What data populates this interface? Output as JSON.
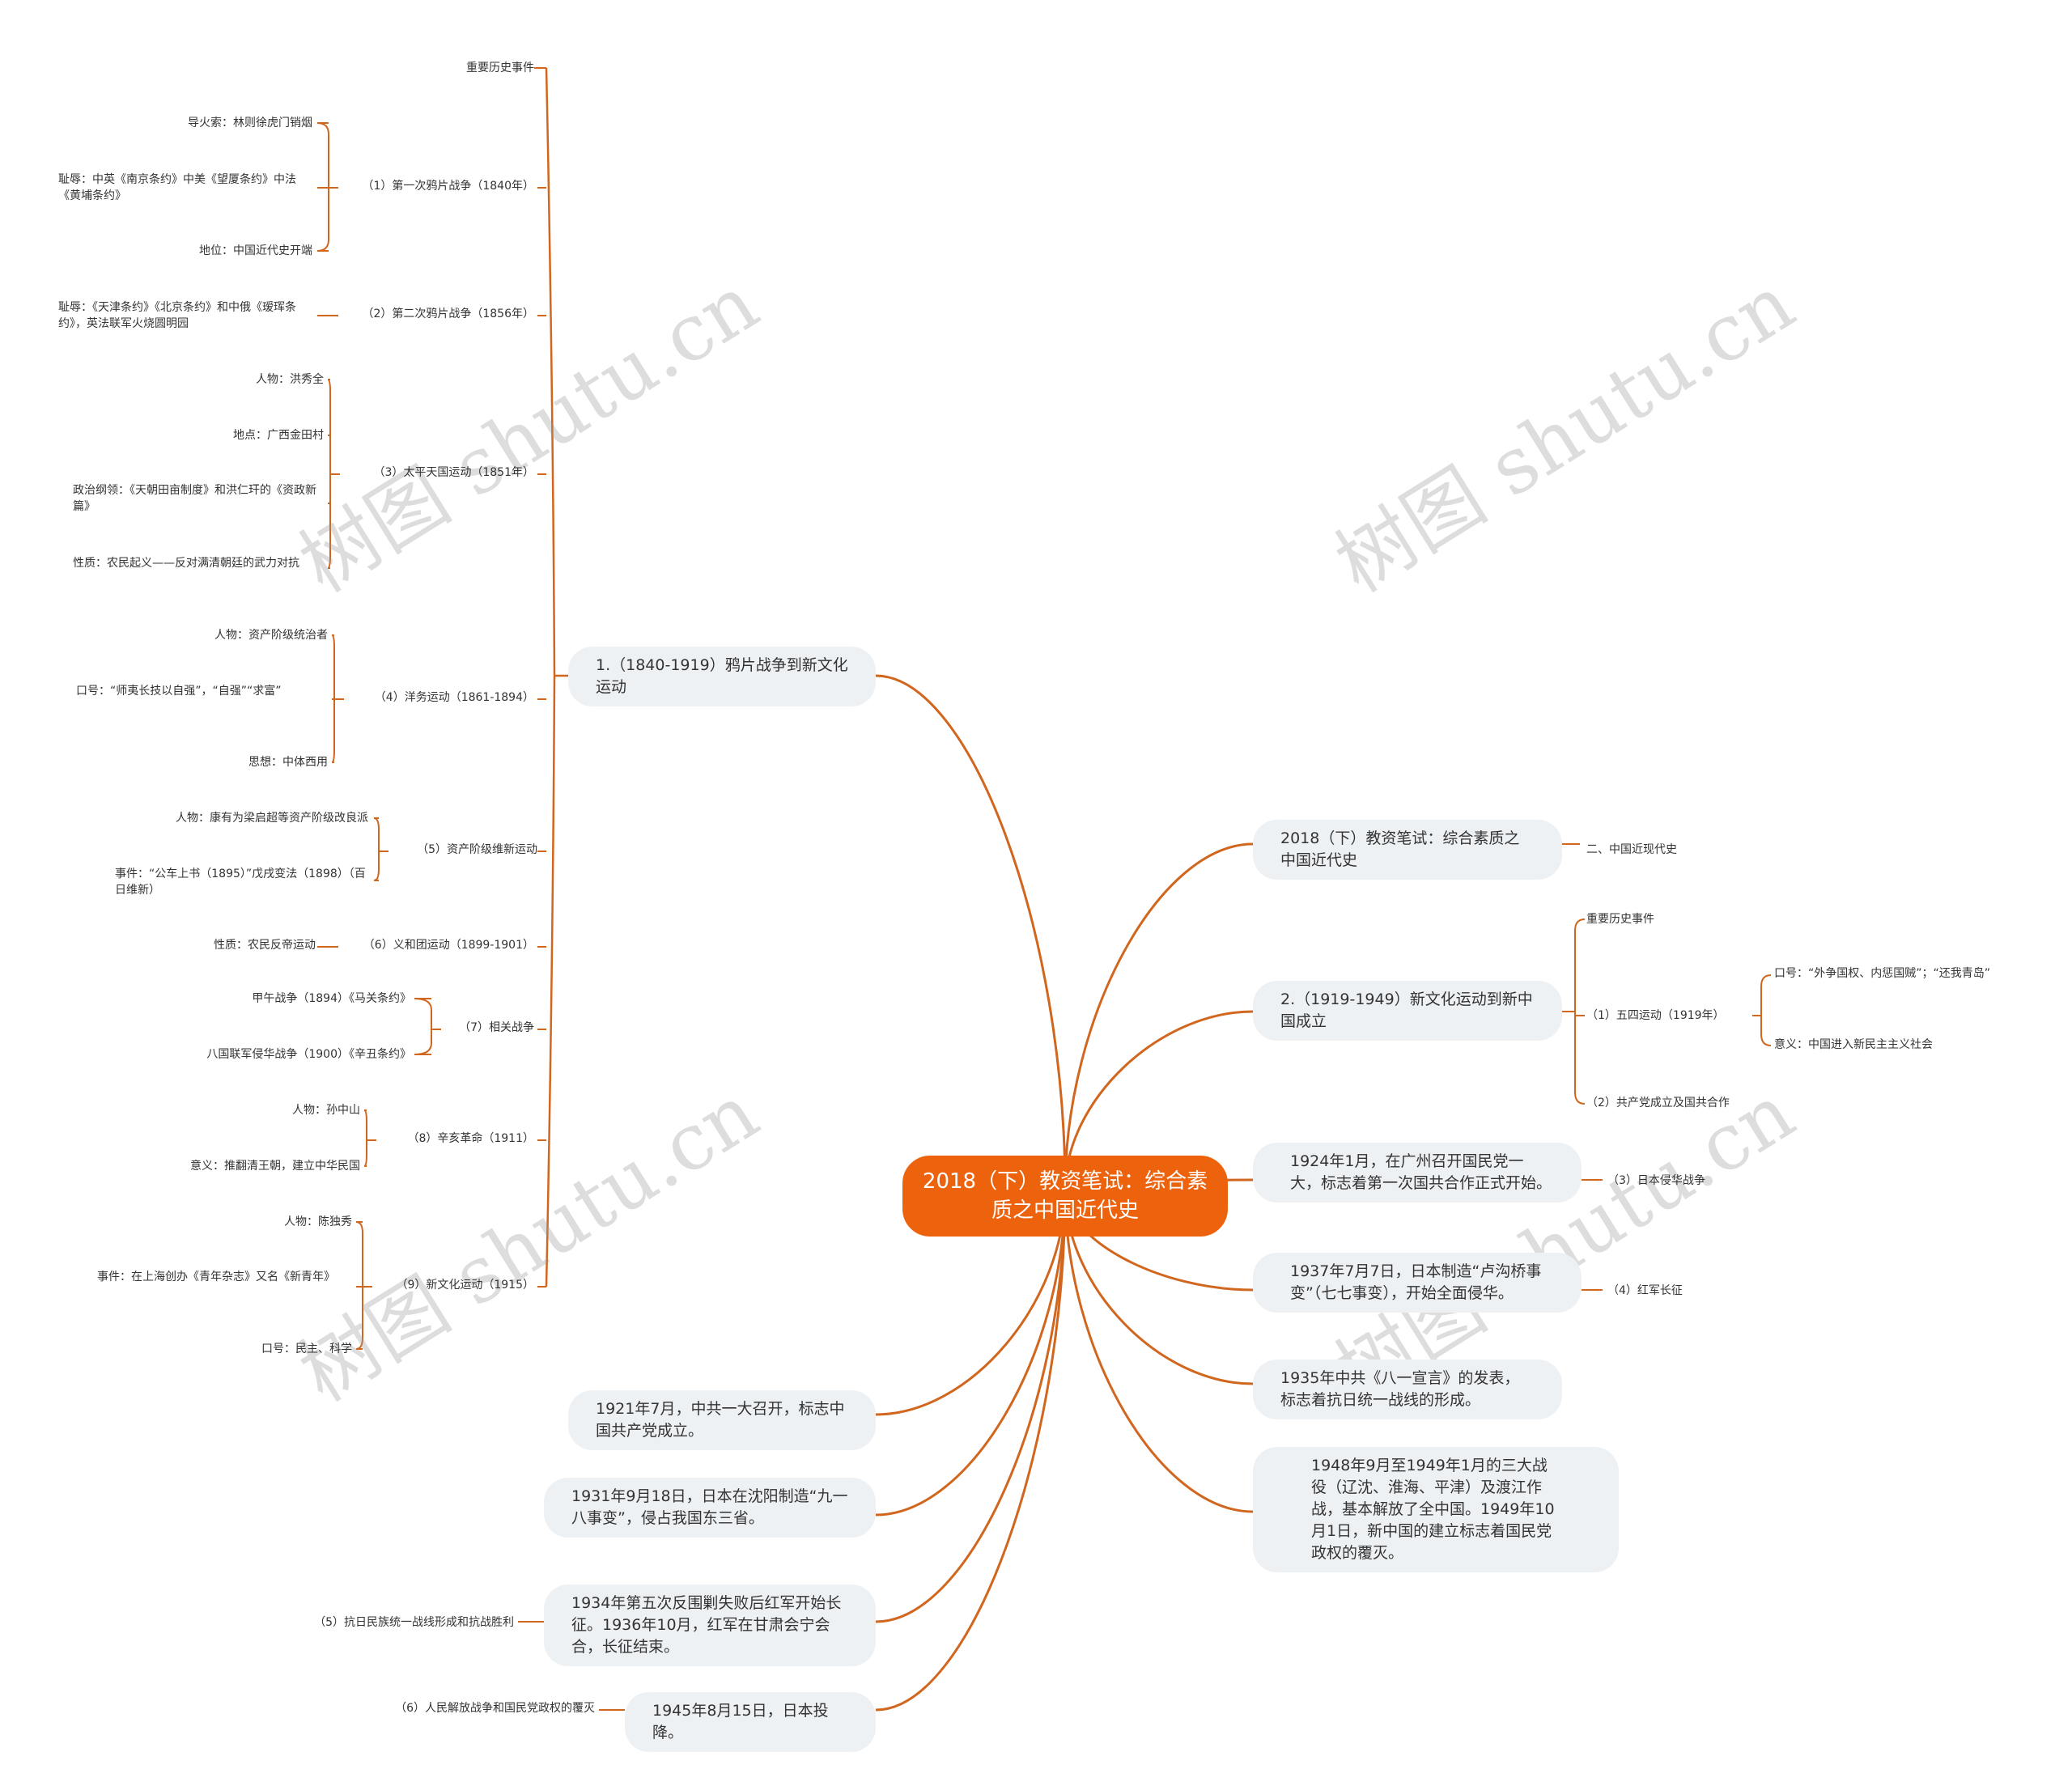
{
  "colors": {
    "accent": "#ed620c",
    "topic_bg": "#eef1f4",
    "line": "#d1661e",
    "text": "#333333"
  },
  "watermark": "树图 shutu.cn",
  "root": "2018（下）教资笔试：综合素质之中国近代史",
  "left": {
    "t1": {
      "label": "1.（1840-1919）鸦片战争到新文化运动",
      "important": "重要历史事件",
      "opium1": {
        "label": "（1）第一次鸦片战争（1840年）",
        "a": "导火索：林则徐虎门销烟",
        "b": "耻辱：中英《南京条约》中美《望厦条约》中法《黄埔条约》",
        "c": "地位：中国近代史开端"
      },
      "opium2": {
        "label": "（2）第二次鸦片战争（1856年）",
        "a": "耻辱：《天津条约》《北京条约》和中俄《瑷珲条约》，英法联军火烧圆明园"
      },
      "taiping": {
        "label": "（3）太平天国运动（1851年）",
        "a": "人物：洪秀全",
        "b": "地点：广西金田村",
        "c": "政治纲领：《天朝田亩制度》和洪仁玕的《资政新篇》",
        "d": "性质：农民起义——反对满清朝廷的武力对抗"
      },
      "yangwu": {
        "label": "（4）洋务运动（1861-1894）",
        "a": "人物：资产阶级统治者",
        "b": "口号：“师夷长技以自强”，“自强”“求富”",
        "c": "思想：中体西用"
      },
      "weixin": {
        "label": "（5）资产阶级维新运动",
        "a": "人物：康有为梁启超等资产阶级改良派",
        "b": "事件：“公车上书（1895）”戊戌变法（1898）（百日维新）"
      },
      "yihetuan": {
        "label": "（6）义和团运动（1899-1901）",
        "a": "性质：农民反帝运动"
      },
      "wars": {
        "label": "（7）相关战争",
        "a": "甲午战争（1894）《马关条约》",
        "b": "八国联军侵华战争（1900）《辛丑条约》"
      },
      "xinhai": {
        "label": "（8）辛亥革命（1911）",
        "a": "人物：孙中山",
        "b": "意义：推翻清王朝，建立中华民国"
      },
      "xinwenhua": {
        "label": "（9）新文化运动（1915）",
        "a": "人物：陈独秀",
        "b": "事件：在上海创办《青年杂志》又名《新青年》",
        "c": "口号：民主、科学"
      }
    },
    "t1921": "1921年7月，中共一大召开，标志中国共产党成立。",
    "t1931": "1931年9月18日，日本在沈阳制造“九一八事变”，侵占我国东三省。",
    "t1934": {
      "label": "1934年第五次反围剿失败后红军开始长征。1936年10月，红军在甘肃会宁会合，长征结束。",
      "child": "（5）抗日民族统一战线形成和抗战胜利"
    },
    "t1945": {
      "label": "1945年8月15日，日本投降。",
      "child": "（6）人民解放战争和国民党政权的覆灭"
    }
  },
  "right": {
    "title": {
      "label": "2018（下）教资笔试：综合素质之中国近代史",
      "child": "二、中国近现代史"
    },
    "t2": {
      "label": "2.（1919-1949）新文化运动到新中国成立",
      "important": "重要历史事件",
      "wusi": {
        "label": "（1）五四运动（1919年）",
        "a": "口号：“外争国权、内惩国贼”；“还我青岛”",
        "b": "意义：中国进入新民主主义社会"
      },
      "gcd": "（2）共产党成立及国共合作"
    },
    "t1924": {
      "label": "1924年1月，在广州召开国民党一大，标志着第一次国共合作正式开始。",
      "child": "（3）日本侵华战争"
    },
    "t1937": {
      "label": "1937年7月7日，日本制造“卢沟桥事变”（七七事变），开始全面侵华。",
      "child": "（4）红军长征"
    },
    "t1935": "1935年中共《八一宣言》的发表，标志着抗日统一战线的形成。",
    "t1948": "1948年9月至1949年1月的三大战役（辽沈、淮海、平津）及渡江作战，基本解放了全中国。1949年10月1日，新中国的建立标志着国民党政权的覆灭。"
  }
}
